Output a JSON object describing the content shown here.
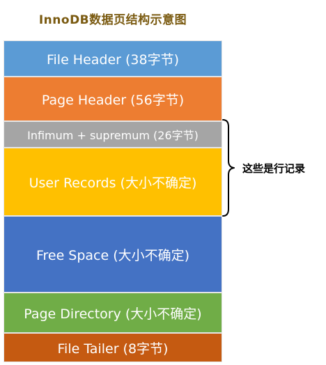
{
  "title": "InnoDB数据页结构示意图",
  "blocks": [
    {
      "id": "file-header",
      "label": "File Header (38字节)",
      "color": "#5b9bd5"
    },
    {
      "id": "page-header",
      "label": "Page Header (56字节)",
      "color": "#ed7d31"
    },
    {
      "id": "inf-sup",
      "label": "Infimum + supremum (26字节)",
      "color": "#a5a5a5"
    },
    {
      "id": "user-records",
      "label": "User Records (大小不确定)",
      "color": "#ffc000"
    },
    {
      "id": "free-space",
      "label": "Free Space (大小不确定)",
      "color": "#4472c4"
    },
    {
      "id": "page-directory",
      "label": "Page Directory (大小不确定)",
      "color": "#70ad47"
    },
    {
      "id": "file-tailer",
      "label": "File Tailer (8字节)",
      "color": "#c55a11"
    }
  ],
  "brace_label": "这些是行记录"
}
